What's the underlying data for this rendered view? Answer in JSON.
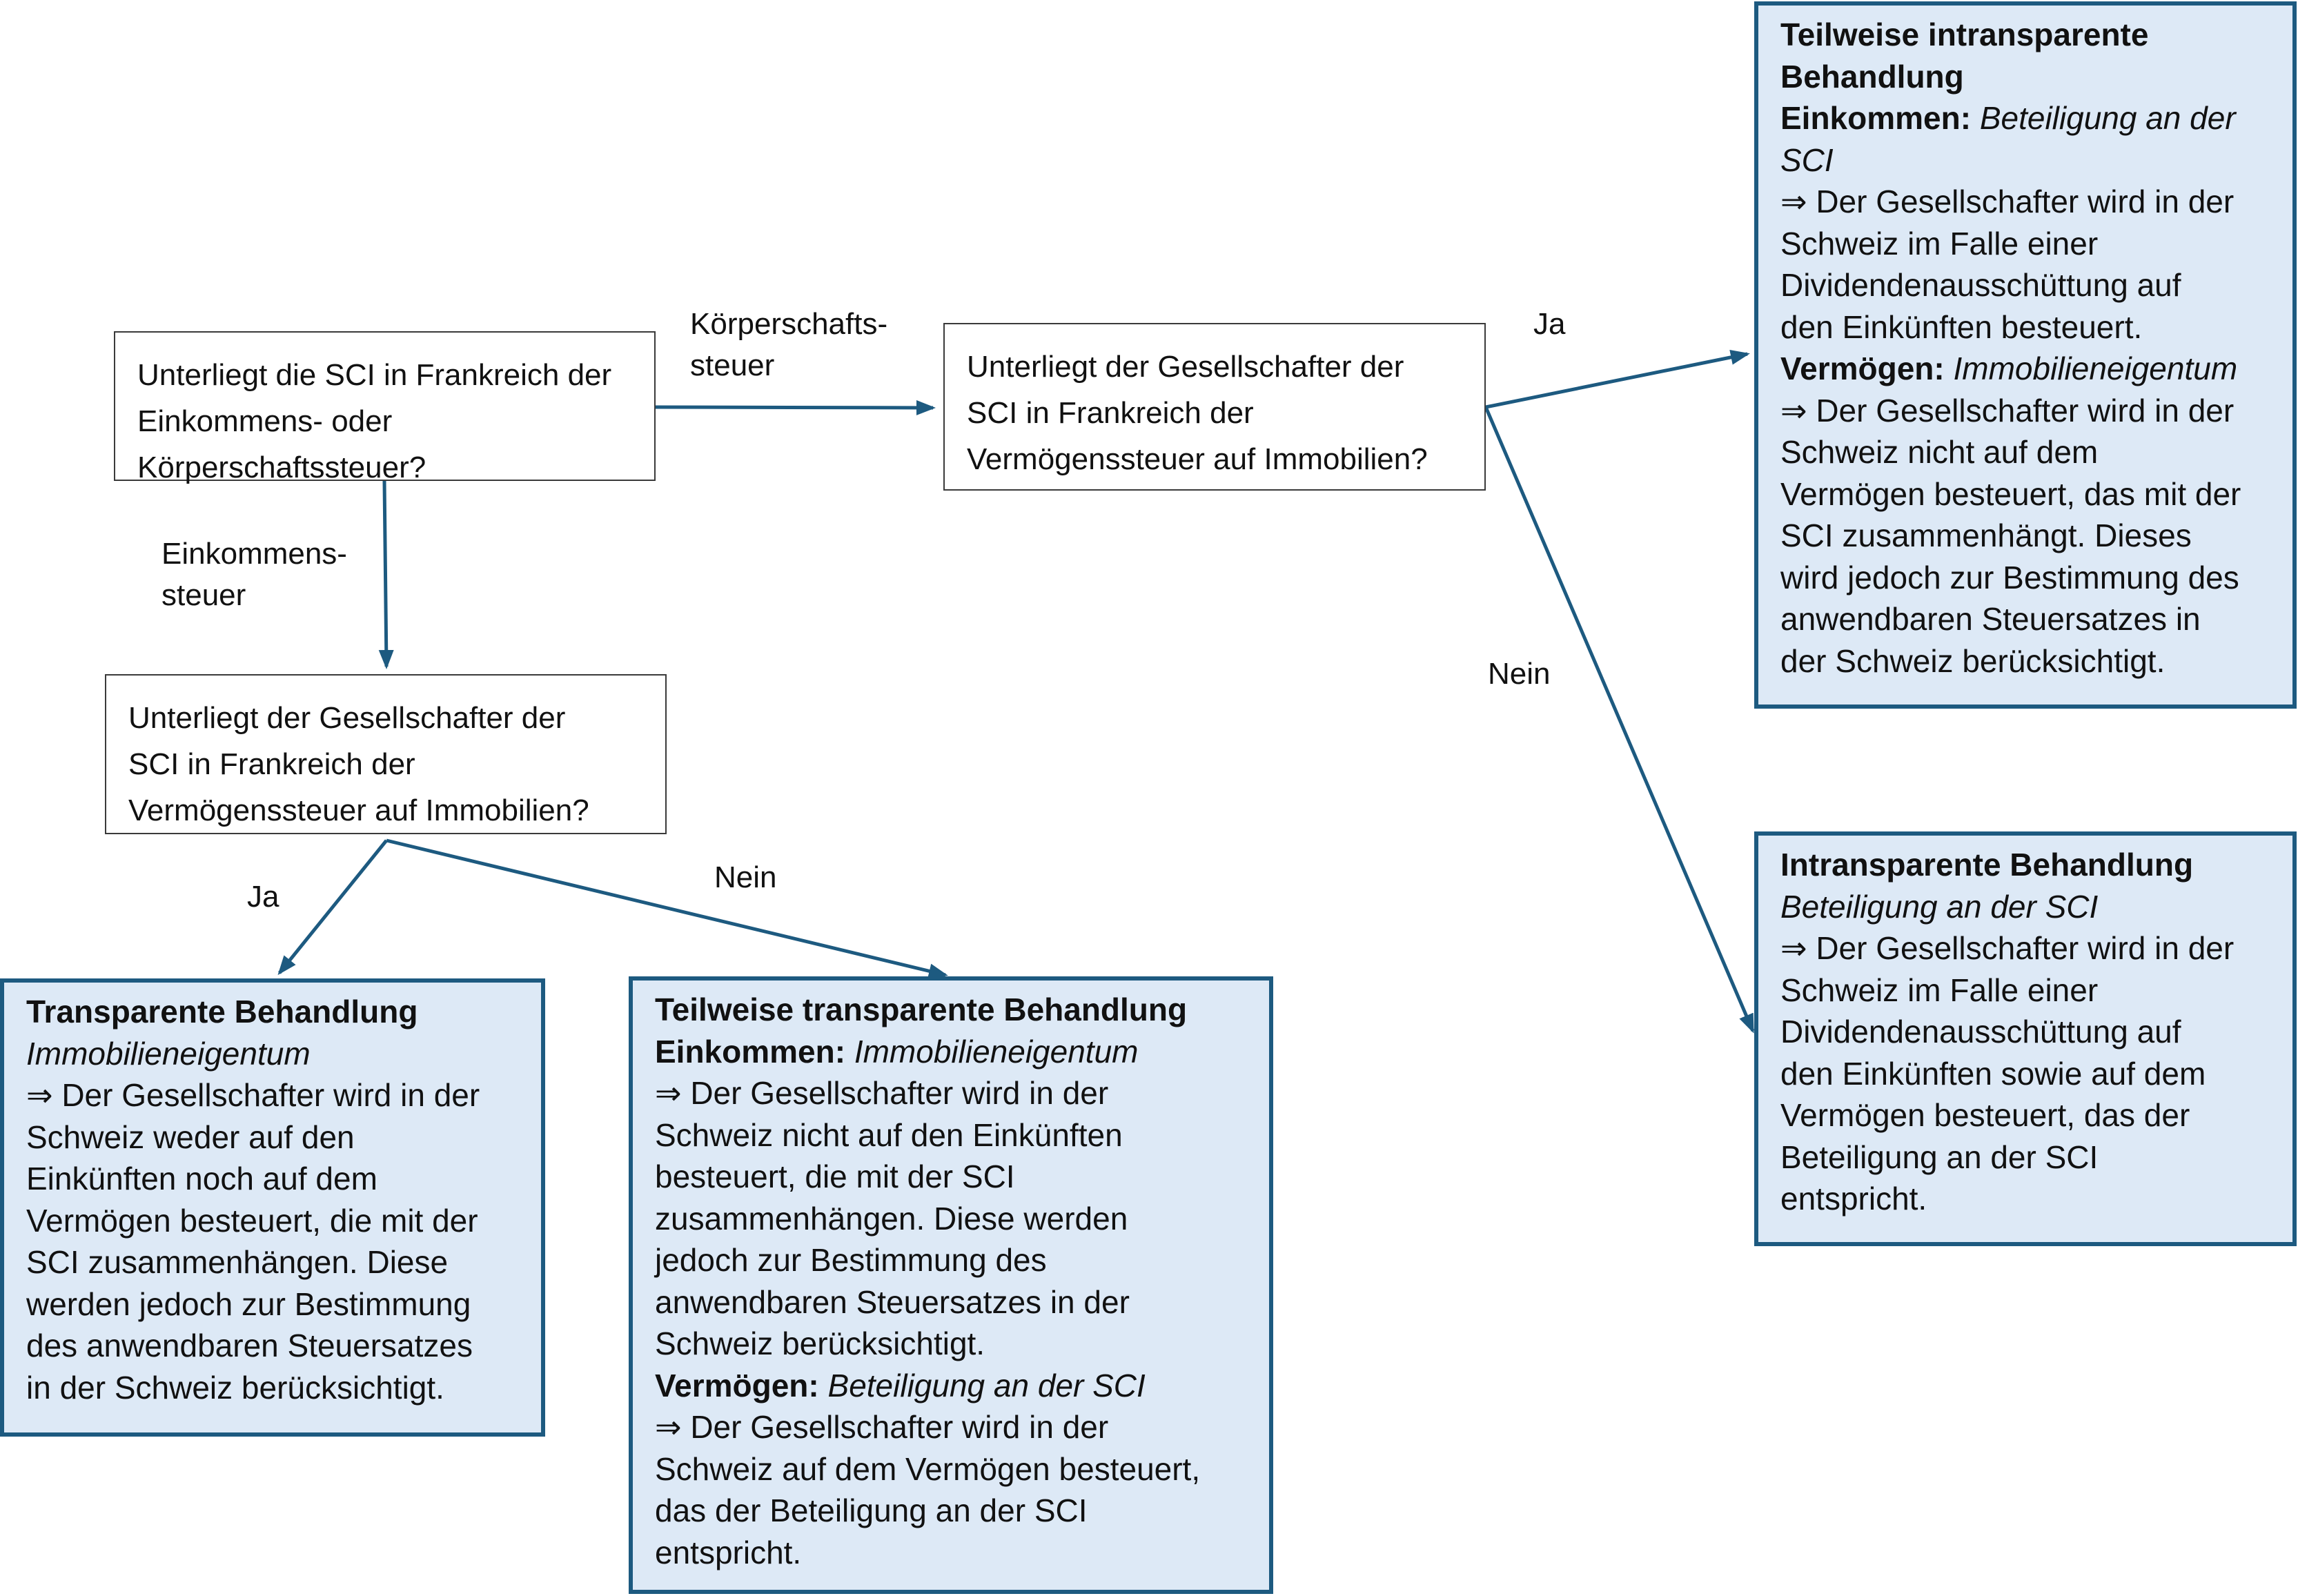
{
  "questions": {
    "q1": {
      "lines": [
        "Unterliegt die SCI in Frankreich der",
        "Einkommens- oder",
        "Körperschaftssteuer?"
      ]
    },
    "q2": {
      "lines": [
        "Unterliegt der Gesellschafter der",
        "SCI in Frankreich der",
        "Vermögenssteuer auf Immobilien?"
      ]
    },
    "q3": {
      "lines": [
        "Unterliegt der Gesellschafter der",
        "SCI in Frankreich der",
        "Vermögenssteuer auf Immobilien?"
      ]
    }
  },
  "edge_labels": {
    "koerperschaft": [
      "Körperschafts-",
      "steuer"
    ],
    "einkommen": [
      "Einkommens-",
      "steuer"
    ],
    "q2_ja": "Ja",
    "q2_nein": "Nein",
    "q3_ja": "Ja",
    "q3_nein": "Nein"
  },
  "results": {
    "teilweise_intransparent": {
      "title_lines": [
        "Teilweise intransparente",
        "Behandlung"
      ],
      "einkommen_label": "Einkommen:",
      "einkommen_value_lines": [
        "Beteiligung an der",
        "SCI"
      ],
      "einkommen_text_lines": [
        "⇒ Der Gesellschafter wird in der",
        "Schweiz im Falle einer",
        "Dividendenausschüttung auf",
        "den Einkünften besteuert."
      ],
      "vermoegen_label": "Vermögen:",
      "vermoegen_value": "Immobilieneigentum",
      "vermoegen_text_lines": [
        "⇒ Der Gesellschafter wird in der",
        "Schweiz nicht auf dem",
        "Vermögen besteuert, das mit der",
        "SCI zusammenhängt. Dieses",
        "wird jedoch zur Bestimmung des",
        "anwendbaren Steuersatzes in",
        "der Schweiz berücksichtigt."
      ]
    },
    "intransparent": {
      "title": "Intransparente Behandlung",
      "subtitle": "Beteiligung an der SCI",
      "text_lines": [
        "⇒ Der Gesellschafter wird in der",
        "Schweiz im Falle einer",
        "Dividendenausschüttung auf",
        "den Einkünften sowie auf dem",
        "Vermögen besteuert, das der",
        "Beteiligung an der SCI",
        "entspricht."
      ]
    },
    "transparent": {
      "title": "Transparente Behandlung",
      "subtitle": "Immobilieneigentum",
      "text_lines": [
        "⇒ Der Gesellschafter wird in der",
        "Schweiz weder auf den",
        "Einkünften noch auf dem",
        "Vermögen besteuert, die mit der",
        "SCI zusammenhängen. Diese",
        "werden jedoch zur Bestimmung",
        "des anwendbaren Steuersatzes",
        "in der Schweiz berücksichtigt."
      ]
    },
    "teilweise_transparent": {
      "title": "Teilweise transparente Behandlung",
      "einkommen_label": "Einkommen:",
      "einkommen_value": "Immobilieneigentum",
      "einkommen_text_lines": [
        "⇒ Der Gesellschafter wird in der",
        "Schweiz nicht auf den Einkünften",
        "besteuert, die mit der SCI",
        "zusammenhängen. Diese werden",
        "jedoch zur Bestimmung des",
        "anwendbaren Steuersatzes in der",
        "Schweiz berücksichtigt."
      ],
      "vermoegen_label": "Vermögen:",
      "vermoegen_value": "Beteiligung an der SCI",
      "vermoegen_text_lines": [
        "⇒ Der Gesellschafter wird in der",
        "Schweiz auf dem Vermögen besteuert,",
        "das der Beteiligung an der SCI",
        "entspricht."
      ]
    }
  },
  "colors": {
    "arrow": "#1d5a80",
    "result_fill": "#dde9f6",
    "result_border": "#1d5a80",
    "question_border": "#3a3a3a"
  }
}
